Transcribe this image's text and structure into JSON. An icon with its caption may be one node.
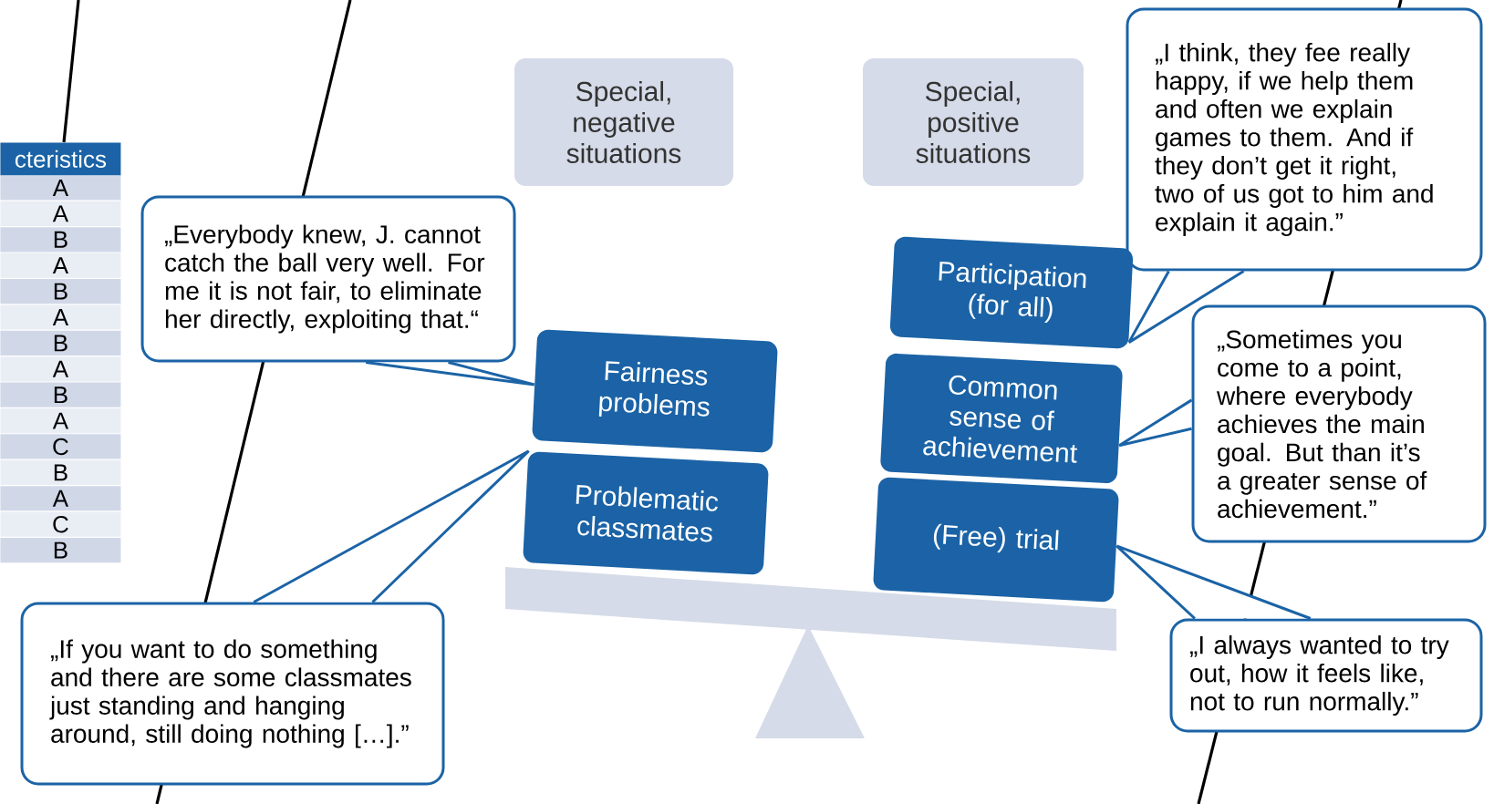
{
  "diagram": {
    "nodes": [
      {
        "text": [
          "Special, negative situations"
        ]
      },
      {
        "text": [
          "Special, positive situations"
        ]
      },
      {
        "text": [
          "„Everybody knew, J. cannot catch the ball very well. For me it is not fair, to eliminate her directly, exploiting that.“"
        ]
      },
      {
        "text": [
          "„I think, they fee really happy, if we help them and often we explain games to them. And if they don’t get it right, two of us got to him and explain it again.”"
        ]
      },
      {
        "text": [
          "Participation (for all)"
        ]
      },
      {
        "text": [
          "Fairness problems"
        ]
      },
      {
        "text": [
          "Common sense of achievement"
        ]
      },
      {
        "text": [
          "„Sometimes you come to a point, where everybody achieves the main goal. But than it’s a greater sense of achievement.”"
        ]
      },
      {
        "text": [
          "Problematic classmates"
        ]
      },
      {
        "text": [
          "(Free) trial"
        ]
      },
      {
        "text": [
          "„If you want to do something and there are some classmates just standing and hanging around, still doing nothing […].”"
        ]
      },
      {
        "text": [
          "„I always wanted to try out, how it feels like, not to run normally.”"
        ]
      }
    ],
    "edges": [
      {
        "from": 2,
        "to": 5,
        "arrow": "none"
      },
      {
        "from": 3,
        "to": 4,
        "arrow": "none"
      },
      {
        "from": 7,
        "to": 6,
        "arrow": "to"
      },
      {
        "from": 10,
        "to": 8,
        "arrow": "none"
      },
      {
        "from": 11,
        "to": 9,
        "arrow": "none"
      }
    ],
    "labels": [
      "cteristics",
      "A",
      "A",
      "B",
      "A",
      "B",
      "A",
      "B",
      "A",
      "B",
      "A",
      "C",
      "B",
      "A",
      "C",
      "B"
    ]
  }
}
